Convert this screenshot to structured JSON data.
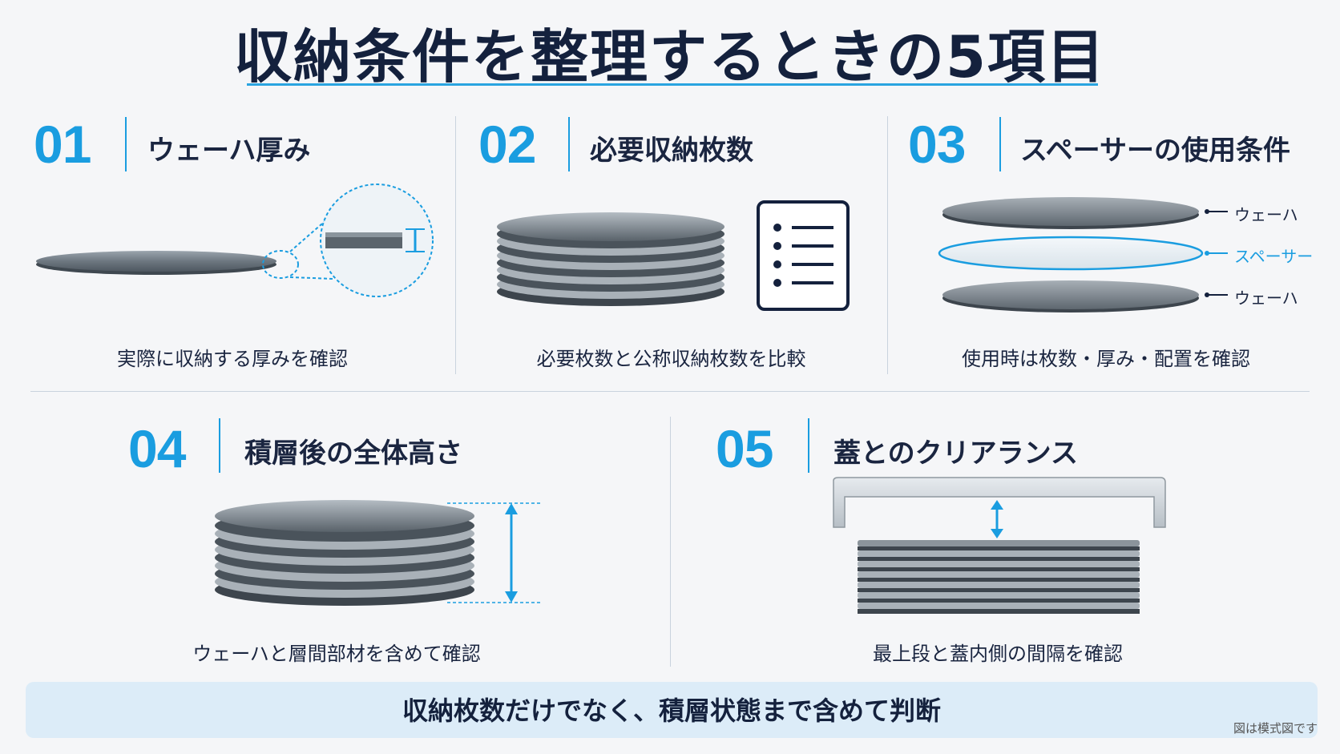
{
  "title": "収納条件を整理するときの5項目",
  "sections": [
    {
      "num": "01",
      "title": "ウェーハ厚み",
      "caption": "実際に収納する厚みを確認"
    },
    {
      "num": "02",
      "title": "必要収納枚数",
      "caption": "必要枚数と公称収納枚数を比較"
    },
    {
      "num": "03",
      "title": "スペーサーの使用条件",
      "caption": "使用時は枚数・厚み・配置を確認",
      "labels": [
        "ウェーハ",
        "スペーサー",
        "ウェーハ"
      ]
    },
    {
      "num": "04",
      "title": "積層後の全体高さ",
      "caption": "ウェーハと層間部材を含めて確認"
    },
    {
      "num": "05",
      "title": "蓋とのクリアランス",
      "caption": "最上段と蓋内側の間隔を確認"
    }
  ],
  "banner": "収納枚数だけでなく、積層状態まで含めて判断",
  "note": "図は模式図です",
  "colors": {
    "accent": "#1a9de0",
    "navy": "#14213d",
    "banner_bg": "#dcecf8"
  }
}
